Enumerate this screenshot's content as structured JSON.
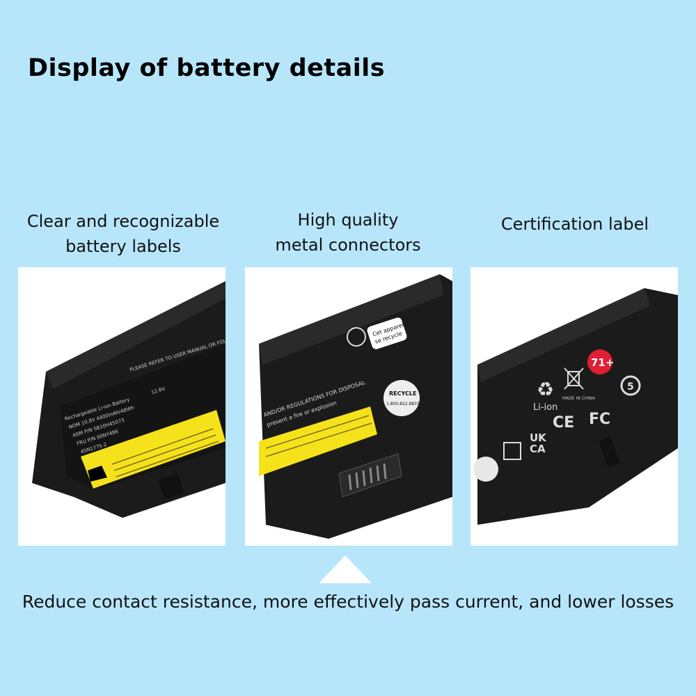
{
  "title": "Display of battery details",
  "features": [
    {
      "caption_lines": [
        "Clear and recognizable",
        "battery labels"
      ],
      "label_text": [
        "Rechargeable Li-ion Battery",
        "NOM 10.8V 4400mAh/48Wh",
        "ASM P/N SB10H45073",
        "FRU P/N 00NY486",
        "45N1775-2"
      ],
      "warning_text": "PLEASE REFER TO USER MANUAL OR FOLLOW",
      "voltage_text": "12.6V"
    },
    {
      "caption_lines": [
        "High quality",
        "metal connectors"
      ],
      "label_text": [
        "AND/OR REGULATIONS FOR DISPOSAL",
        "present a fire or explosion"
      ],
      "recycle_text": "RECYCLE",
      "recycle_phone": "1.800.822.8837",
      "fr_text": [
        "Cet appareil",
        "se recycle"
      ]
    },
    {
      "caption_lines": [
        "Certification label"
      ],
      "badge_text": "71+",
      "li_ion_text": "Li-ion",
      "made_in_text": "MADE IN CHINA",
      "cert_marks": [
        "UK",
        "CA",
        "CE",
        "FC"
      ],
      "circle_number": "5"
    }
  ],
  "footer": "Reduce contact resistance, more effectively pass current, and lower losses",
  "colors": {
    "background": "#b7e6fb",
    "battery": "#1a1a1a",
    "warning_label": "#f5e21b",
    "badge": "#e01f34",
    "panel": "#ffffff"
  }
}
